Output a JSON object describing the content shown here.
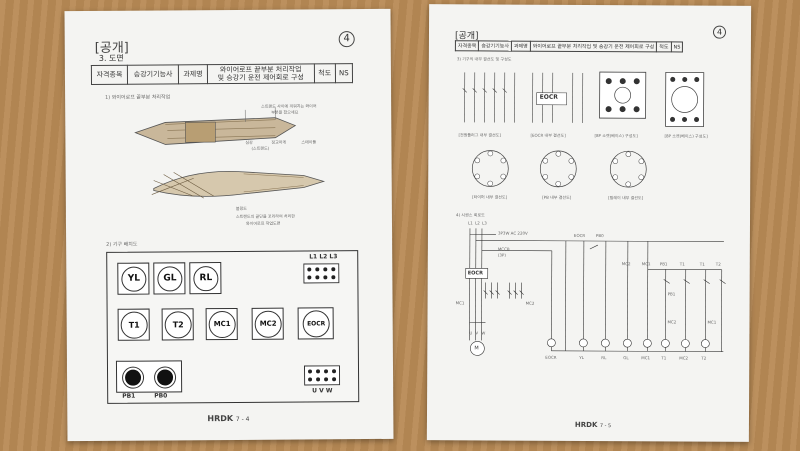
{
  "left_page": {
    "bracket_title": "[공개]",
    "page_number": "4",
    "section_title": "3. 도면",
    "header_table": {
      "col1": "자격종목",
      "col2": "승강기기능사",
      "col3": "과제명",
      "col4_line1": "와이어로프 끝부분 처리작업",
      "col4_line2": "및 승강기 운전 제어회로 구성",
      "col5": "척도",
      "col6": "NS"
    },
    "subsection_1": "1) 와이어로프 끝부분 처리작업",
    "annotation_top_1": "스트랜드 사이에 끼워지는 와이어",
    "annotation_top_2": "부분을 잡으세요",
    "annotation_mid_1": "심강",
    "annotation_mid_2": "(스트랜드)",
    "annotation_mid_3": "정교하게",
    "annotation_mid_4": "스테이플",
    "annotation_bottom_1": "블랑드",
    "annotation_bottom_2": "스트랜드의 끝단을 꼬리하여 처리한",
    "annotation_bottom_3": "와이어로프 작업도면",
    "subsection_2": "2) 기구 배치도",
    "lamps": [
      "YL",
      "GL",
      "RL"
    ],
    "terminal_top_label": "L1 L2 L3",
    "relays": [
      "T1",
      "T2",
      "MC1",
      "MC2",
      "EOCR"
    ],
    "buttons": [
      "PB1",
      "PB0"
    ],
    "terminal_bottom_label": "U V W",
    "footer_brand": "HRDK",
    "footer_page": "7 - 4"
  },
  "right_page": {
    "bracket_title": "[공개]",
    "page_number": "4",
    "header_table": {
      "col1": "자격종목",
      "col2": "승강기기능사",
      "col3": "과제명",
      "col4": "와이어로프 끝부분 처리작업 및 승강기 운전 제어회로 구성",
      "col5": "척도",
      "col6": "NS"
    },
    "subsection_3": "3) 기구의 내부 결선도 및 구성도",
    "eocr_label": "EOCR",
    "caption_1": "[전원플러그 내부 결선도]",
    "caption_2": "[EOCR 내부 결선도]",
    "caption_3": "[8P 소켓(베이스) 구성도]",
    "caption_4": "[8P 소켓(베이스) 구성도]",
    "caption_5": "[타이머 내부 결선도]",
    "caption_6": "[PB 내부 결선도]",
    "caption_7": "[릴레이 내부 결선도]",
    "subsection_4": "4) 시퀀스 회로도",
    "supply_label": "3P3W AC 220V",
    "mccb_label": "MCCB",
    "mccb_sub": "(3P)",
    "phase_labels": [
      "L1",
      "L2",
      "L3"
    ],
    "circuit_eocr": "EOCR",
    "motor_terminals": [
      "U",
      "V",
      "W"
    ],
    "motor_label": "M",
    "mc1_label": "MC1",
    "mc2_label": "MC2",
    "top_rung_labels": [
      "EOCR",
      "PB0"
    ],
    "contact_labels": [
      "MC2",
      "MC1",
      "PB1",
      "T1",
      "T1",
      "T2"
    ],
    "mid_labels": [
      "PB1",
      "MC2",
      "MC1"
    ],
    "coil_labels": [
      "EOCR",
      "YL",
      "RL",
      "GL",
      "MC1",
      "T1",
      "MC2",
      "T2"
    ],
    "footer_brand": "HRDK",
    "footer_page": "7 - 5"
  }
}
